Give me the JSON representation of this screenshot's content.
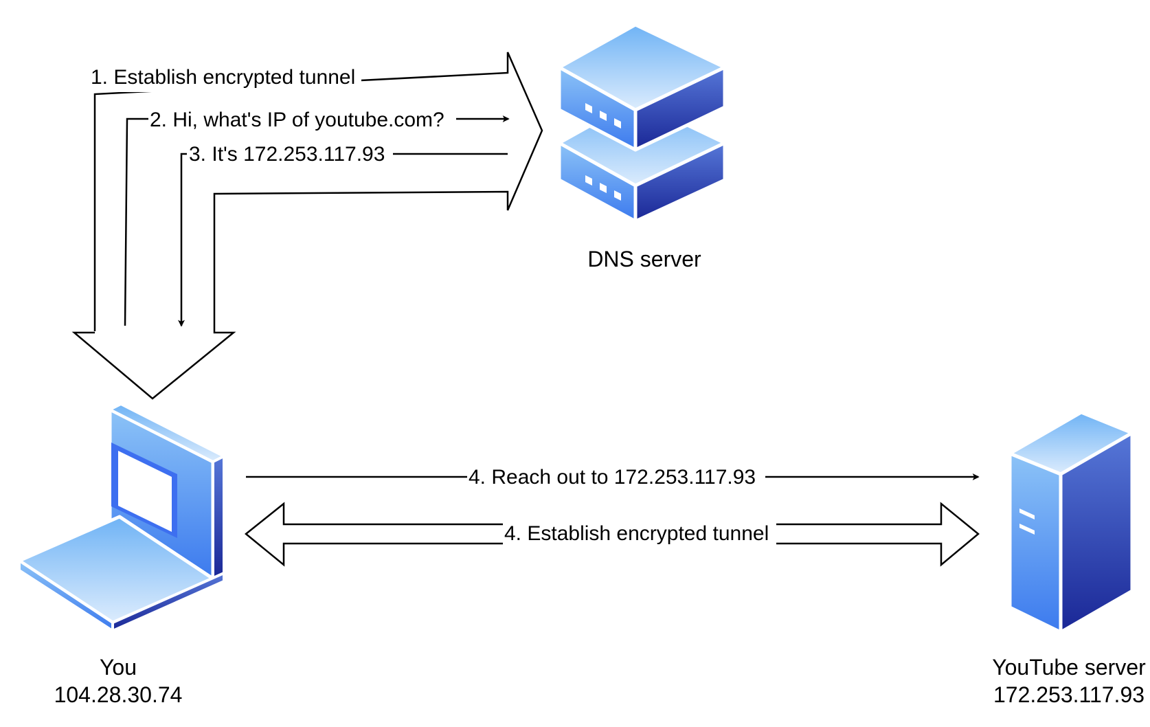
{
  "nodes": {
    "dns": {
      "name": "DNS server"
    },
    "you": {
      "name": "You",
      "ip": "104.28.30.74"
    },
    "youtube": {
      "name": "YouTube server",
      "ip": "172.253.117.93"
    }
  },
  "steps": {
    "s1": "1. Establish encrypted tunnel",
    "s2": "2. Hi, what's IP of youtube.com?",
    "s3": "3. It's 172.253.117.93",
    "s4a": "4. Reach out to 172.253.117.93",
    "s4b": "4. Establish encrypted tunnel"
  },
  "colors": {
    "light_blue": "#8fc6f7",
    "mid_blue": "#4d8ff0",
    "dark_blue": "#1d2c9c",
    "line": "#000000"
  },
  "icons": {
    "dns": "dns-server-icon",
    "you": "laptop-icon",
    "youtube": "tower-server-icon"
  }
}
